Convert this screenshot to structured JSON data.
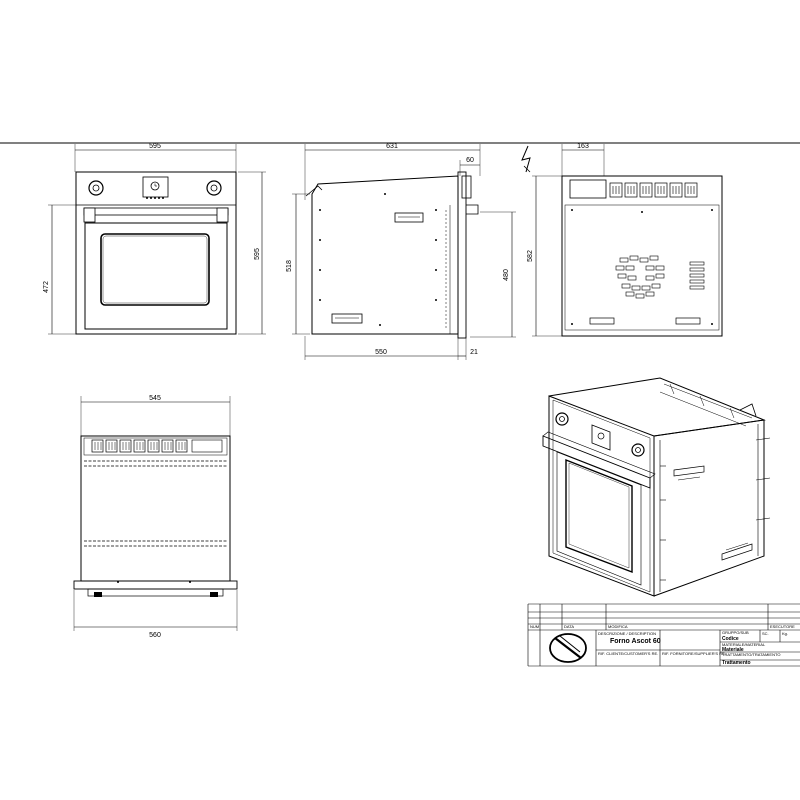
{
  "dimensions": {
    "front_width": "595",
    "front_height": "595",
    "front_door_height": "472",
    "side_depth_total": "631",
    "side_handle_depth": "60",
    "side_height": "518",
    "side_cavity_height": "480",
    "side_body_depth": "550",
    "side_panel_thickness": "21",
    "rear_depth": "163",
    "rear_height": "582",
    "top_width": "545",
    "bottom_width": "560"
  },
  "title_block": {
    "header_num": "NUM",
    "header_date": "DATA",
    "header_modifica": "MODIFICA",
    "header_esecutore": "ESECUTORE",
    "label_descrizione": "DESCRIZIONE / DESCRIPTION",
    "title": "Forno Ascot 60",
    "label_gruppo": "GRUPPO/SUB",
    "label_codice": "Codice",
    "label_sc": "SC.",
    "label_kg": "Kg.",
    "label_materiale_top": "MATERIALE/MATERIAL",
    "label_materiale": "Materiale",
    "label_trattamento_top": "TRATTAMENTO/TRATAMIENTO",
    "label_trattamento": "Trattamento",
    "label_ref_left": "RIF. CLIENTE/CUSTOMER'S RE.",
    "label_ref_right": "RIF. FORNITORE/SUPPLIER'S RE."
  }
}
